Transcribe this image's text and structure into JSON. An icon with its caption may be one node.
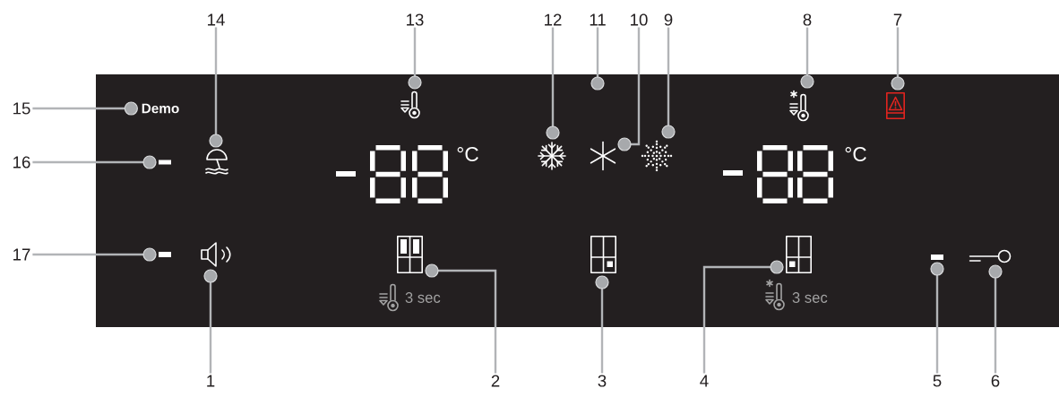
{
  "diagram": {
    "nodes": [
      {
        "text": [],
        "shape": "box"
      },
      {
        "text": [
          "14"
        ]
      },
      {
        "text": [
          "13"
        ]
      },
      {
        "text": [
          "12"
        ]
      },
      {
        "text": [
          "11"
        ]
      },
      {
        "text": [
          "10"
        ]
      },
      {
        "text": [
          "9"
        ]
      },
      {
        "text": [
          "8"
        ]
      },
      {
        "text": [
          "7"
        ]
      },
      {
        "text": [
          "15"
        ]
      },
      {
        "text": [
          "Demo"
        ],
        "in": 0
      },
      {
        "text": [
          "16"
        ]
      },
      {
        "text": [],
        "shape": "bar",
        "in": 0
      },
      {
        "text": [],
        "shape": "picture",
        "in": 0
      },
      {
        "text": [],
        "shape": "picture",
        "in": 0
      },
      {
        "text": [],
        "shape": "picture",
        "in": 0
      },
      {
        "text": [],
        "shape": "picture",
        "in": 0
      },
      {
        "text": [],
        "shape": "picture",
        "in": 0
      },
      {
        "text": [],
        "shape": "picture",
        "in": 0
      },
      {
        "text": [],
        "shape": "picture",
        "in": 0
      },
      {
        "text": [
          "17"
        ]
      },
      {
        "text": [],
        "shape": "bar",
        "in": 0
      },
      {
        "text": [],
        "shape": "picture",
        "in": 0
      },
      {
        "text": [],
        "shape": "picture",
        "in": 0
      },
      {
        "text": [],
        "shape": "picture",
        "in": 0
      },
      {
        "text": [],
        "shape": "picture",
        "in": 0
      },
      {
        "text": [],
        "shape": "bar",
        "in": 0
      },
      {
        "text": [],
        "shape": "picture",
        "in": 0
      },
      {
        "text": [
          "1"
        ]
      },
      {
        "text": [
          "2"
        ]
      },
      {
        "text": [
          "3"
        ]
      },
      {
        "text": [
          "4"
        ]
      },
      {
        "text": [
          "5"
        ]
      },
      {
        "text": [
          "6"
        ]
      },
      {
        "text": [],
        "shape": "picture",
        "in": 0,
        "beside": [
          "3 sec"
        ]
      },
      {
        "text": [],
        "shape": "picture",
        "in": 0,
        "beside": [
          "3 sec"
        ]
      }
    ],
    "edges": [
      {
        "from": 1,
        "to": 13,
        "arrow": "other"
      },
      {
        "from": 2,
        "to": 14,
        "arrow": "other"
      },
      {
        "from": 3,
        "to": 15,
        "arrow": "other"
      },
      {
        "from": 4,
        "to": 0,
        "arrow": "other"
      },
      {
        "from": 5,
        "to": 16,
        "arrow": "other"
      },
      {
        "from": 6,
        "to": 17,
        "arrow": "other"
      },
      {
        "from": 7,
        "to": 18,
        "arrow": "other"
      },
      {
        "from": 8,
        "to": 19,
        "arrow": "other"
      },
      {
        "from": 9,
        "to": 10,
        "arrow": "other"
      },
      {
        "from": 11,
        "to": 12,
        "arrow": "other"
      },
      {
        "from": 20,
        "to": 21,
        "arrow": "other"
      },
      {
        "from": 28,
        "to": 22,
        "arrow": "other"
      },
      {
        "from": 29,
        "to": 23,
        "arrow": "other"
      },
      {
        "from": 30,
        "to": 24,
        "arrow": "other"
      },
      {
        "from": 31,
        "to": 25,
        "arrow": "other"
      },
      {
        "from": 32,
        "to": 26,
        "arrow": "other"
      },
      {
        "from": 33,
        "to": 27,
        "arrow": "other"
      }
    ],
    "labels": [
      "°C",
      "°C"
    ]
  }
}
